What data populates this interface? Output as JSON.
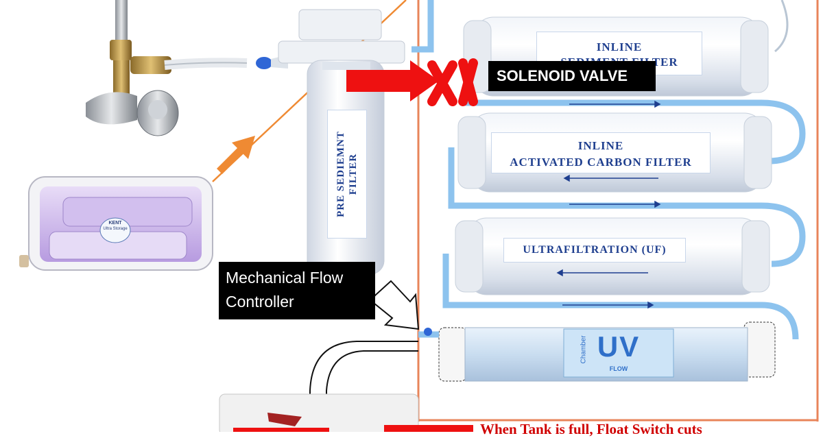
{
  "labels": {
    "inline_sediment_line1": "INLINE",
    "inline_sediment_line2": "SEDIMENT FILTER",
    "inline_carbon_line1": "INLINE",
    "inline_carbon_line2": "ACTIVATED  CARBON FILTER",
    "ultrafiltration": "ULTRAFILTRATION  (UF)",
    "pre_sediment_line1": "PRE SEDIEMNT",
    "pre_sediment_line2": "FILTER",
    "solenoid_valve": "SOLENOID VALVE",
    "flow_controller_line1": "Mechanical Flow",
    "flow_controller_line2": "Controller",
    "uv_text": "UV",
    "uv_chamber": "Chamber",
    "uv_flow": "FLOW",
    "purifier_badge": "KENT",
    "purifier_badge_sub": "Ultra Storage",
    "bottom_note": "When Tank is full, Float Switch cuts"
  },
  "colors": {
    "pipe": "#8dc3ee",
    "arrow_red": "#ee1111",
    "arrow_orange": "#ef8a33",
    "frame_orange": "#e8845a",
    "label_text": "#1f3f8f"
  }
}
